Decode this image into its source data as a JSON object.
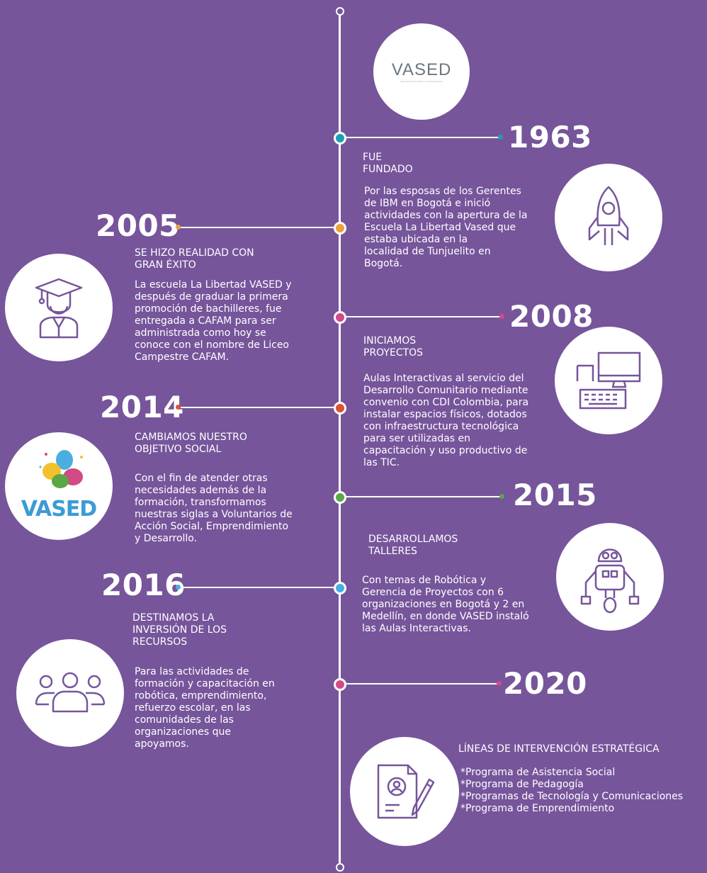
{
  "logo_text": "VASED",
  "logo_tagline": "VOLUNTARIOS POR LA EXCELENCIA",
  "logo_color_text": "VASED",
  "colors": {
    "background": "#76559b",
    "teal": "#1ba0b3",
    "orange": "#e8a33a",
    "pink": "#d24a86",
    "red": "#d9532f",
    "green": "#5aa746",
    "blue": "#4aaee0"
  },
  "events": [
    {
      "year": "1963",
      "heading_1": "FUE",
      "heading_2": "FUNDADO",
      "text": [
        "Por las esposas de los Gerentes",
        "de IBM en Bogotá e inició",
        "actividades con la apertura de la",
        "Escuela La Libertad Vased que",
        "estaba ubicada en la",
        "localidad de Tunjuelito en",
        "Bogotá."
      ],
      "icon": "rocket-icon"
    },
    {
      "year": "2005",
      "heading_1": "SE HIZO REALIDAD CON",
      "heading_2": "GRAN ÉXITO",
      "text": [
        "La escuela La Libertad VASED y",
        "después de graduar la primera",
        "promoción de bachilleres, fue",
        "entregada a CAFAM para ser",
        "administrada como hoy se",
        "conoce con el nombre de Liceo",
        "Campestre CAFAM."
      ],
      "icon": "graduate-icon"
    },
    {
      "year": "2008",
      "heading_1": "INICIAMOS",
      "heading_2": "PROYECTOS",
      "text": [
        "Aulas Interactivas al servicio del",
        "Desarrollo Comunitario mediante",
        "convenio con CDI Colombia, para",
        "instalar espacios físicos, dotados",
        "con infraestructura tecnológica",
        "para ser utilizadas en",
        "capacitación y uso productivo de",
        "las TIC."
      ],
      "icon": "computer-icon"
    },
    {
      "year": "2014",
      "heading_1": "CAMBIAMOS NUESTRO",
      "heading_2": "OBJETIVO SOCIAL",
      "text": [
        "Con el fin de atender otras",
        "necesidades además de la",
        "formación, transformamos",
        "nuestras siglas a Voluntarios de",
        "Acción Social, Emprendimiento",
        "y Desarrollo."
      ],
      "icon": "vased-hands-logo"
    },
    {
      "year": "2015",
      "heading_1": "DESARROLLAMOS",
      "heading_2": "TALLERES",
      "text": [
        "Con temas de Robótica y",
        "Gerencia de Proyectos con 6",
        "organizaciones en Bogotá y 2 en",
        "Medellín, en donde VASED instaló",
        "las Aulas Interactivas."
      ],
      "icon": "robot-icon"
    },
    {
      "year": "2016",
      "heading_1": "DESTINAMOS LA",
      "heading_2": "INVERSIÓN DE LOS",
      "heading_3": "RECURSOS",
      "text": [
        "Para las actividades de",
        "formación y capacitación en",
        "robótica, emprendimiento,",
        "refuerzo escolar, en las",
        "comunidades de las",
        "organizaciones que",
        "apoyamos."
      ],
      "icon": "people-group-icon"
    },
    {
      "year": "2020",
      "heading_1": "LÍNEAS DE INTERVENCIÓN ESTRATÉGICA",
      "text": [
        "*Programa de Asistencia Social",
        "*Programa de Pedagogía",
        "*Programas de Tecnología y Comunicaciones",
        "*Programa de Emprendimiento"
      ],
      "icon": "document-pen-icon"
    }
  ]
}
